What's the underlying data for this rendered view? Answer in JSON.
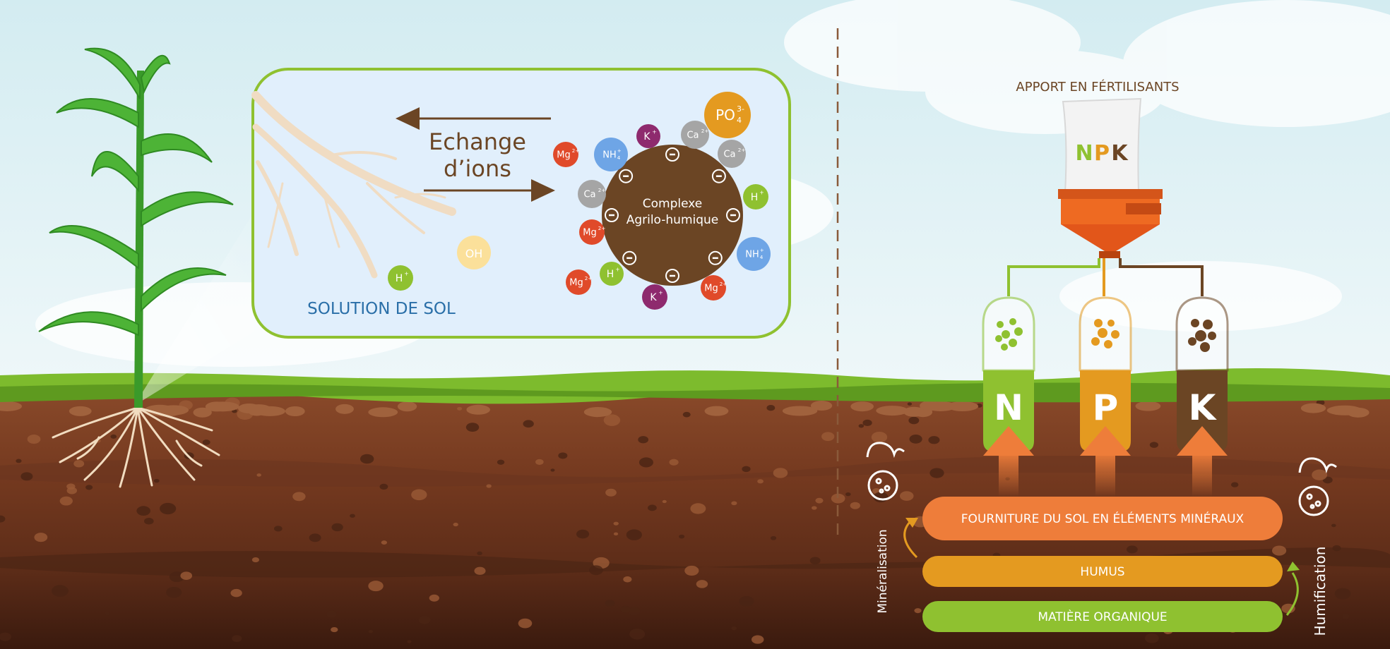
{
  "left_panel": {
    "exchange_label_line1": "Echange",
    "exchange_label_line2": "d’ions",
    "complex_label_line1": "Complexe",
    "complex_label_line2": "Agrilo-humique",
    "solution_label": "SOLUTION DE SOL",
    "oh_ion": "OH",
    "ions": [
      {
        "label": "K",
        "charge": "+",
        "color": "#8e2a6e"
      },
      {
        "label": "Ca",
        "charge": "2+",
        "color": "#a5a5a5"
      },
      {
        "label": "PO",
        "charge": "3-",
        "sub": "4",
        "color": "#e49a20"
      },
      {
        "label": "Ca",
        "charge": "2+",
        "color": "#a5a5a5"
      },
      {
        "label": "H",
        "charge": "+",
        "color": "#8fc130"
      },
      {
        "label": "NH",
        "charge": "+",
        "sub": "4",
        "color": "#6ea5e6"
      },
      {
        "label": "Mg",
        "charge": "2+",
        "color": "#e04a2a"
      },
      {
        "label": "K",
        "charge": "+",
        "color": "#8e2a6e"
      },
      {
        "label": "Mg",
        "charge": "2+",
        "color": "#e04a2a"
      },
      {
        "label": "H",
        "charge": "+",
        "color": "#8fc130"
      },
      {
        "label": "Mg",
        "charge": "2+",
        "color": "#e04a2a"
      },
      {
        "label": "Ca",
        "charge": "2+",
        "color": "#a5a5a5"
      },
      {
        "label": "NH",
        "charge": "+",
        "sub": "4",
        "color": "#6ea5e6"
      },
      {
        "label": "Mg",
        "charge": "2+",
        "color": "#e04a2a"
      },
      {
        "label": "H",
        "charge": "+",
        "color": "#8fc130"
      }
    ]
  },
  "right_panel": {
    "fertilizer_title": "APPORT EN FÉRTILISANTS",
    "bag_letters": [
      "N",
      "P",
      "K"
    ],
    "nutrients": [
      {
        "letter": "N",
        "color": "#8fc130"
      },
      {
        "letter": "P",
        "color": "#e49a20"
      },
      {
        "letter": "K",
        "color": "#6b4524"
      }
    ],
    "layers": {
      "supply": "FOURNITURE DU SOL EN ÉLÉMENTS MINÉRAUX",
      "humus": "HUMUS",
      "organic": "MATIÈRE ORGANIQUE"
    },
    "mineralisation": "Minéralisation",
    "humification": "Humification"
  },
  "colors": {
    "green": "#8fc130",
    "orange": "#ee7d3a",
    "amber": "#e49a20",
    "brown": "#6b4524",
    "sky": "#dff0f5",
    "soil": "#7a4126"
  }
}
